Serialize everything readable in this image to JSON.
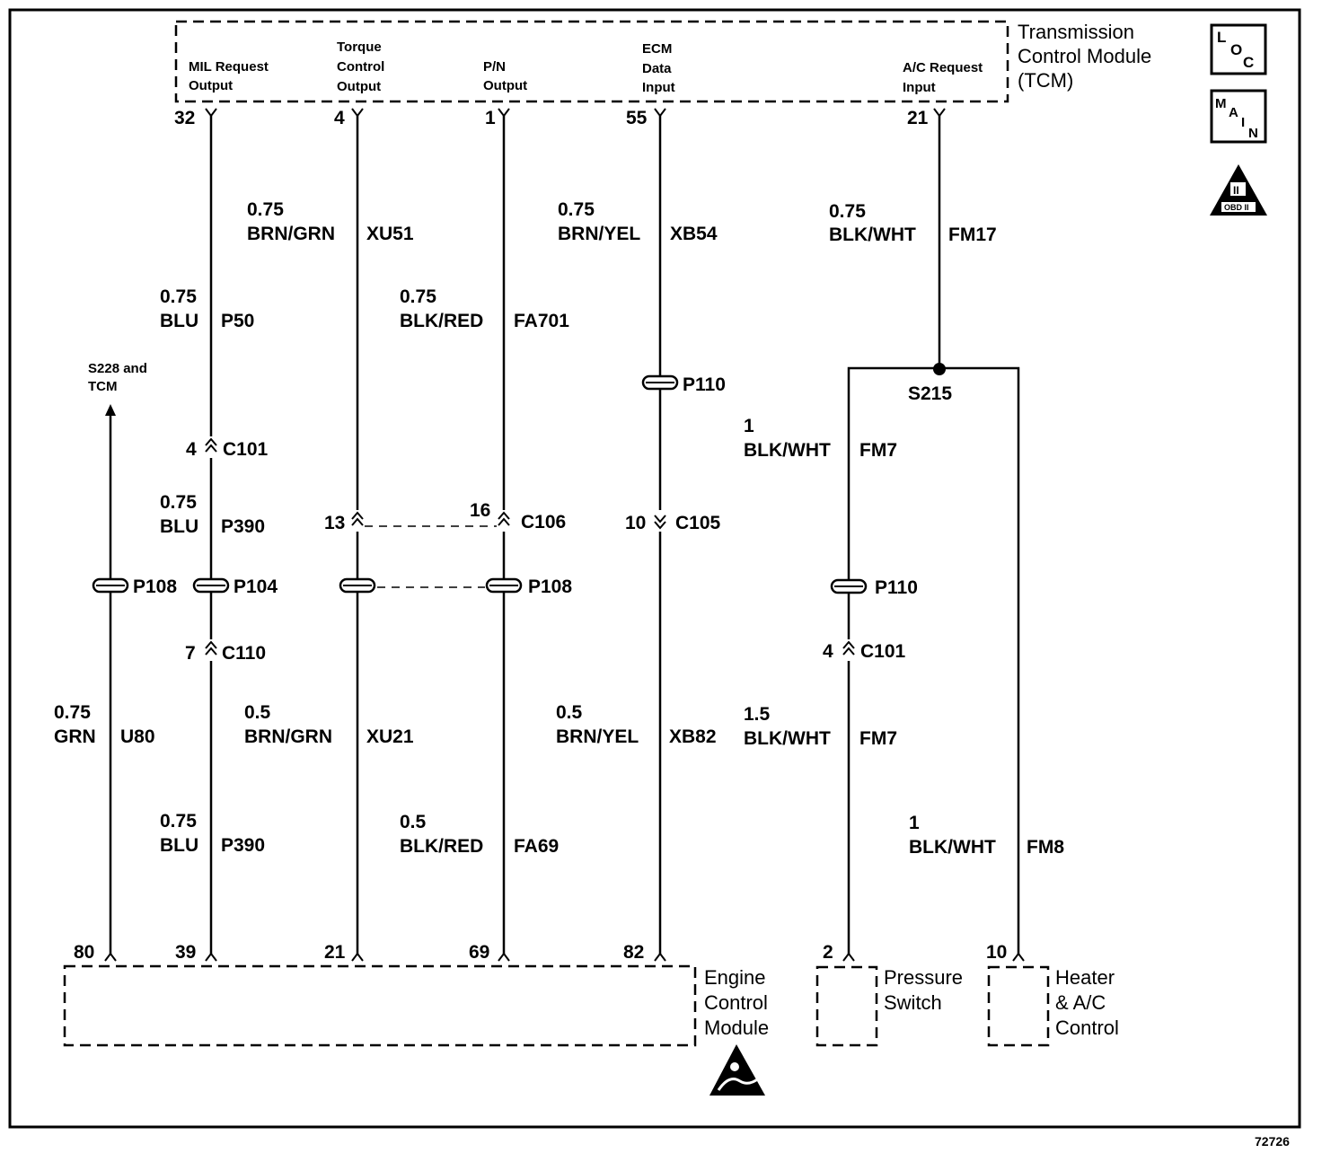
{
  "tcm": {
    "title_lines": [
      "Transmission",
      "Control Module",
      "(TCM)"
    ],
    "circuits": [
      {
        "lines": [
          "MIL Request",
          "Output"
        ],
        "pin": "32"
      },
      {
        "lines": [
          "Torque",
          "Control",
          "Output"
        ],
        "pin": "4"
      },
      {
        "lines": [
          "P/N",
          "Output"
        ],
        "pin": "1"
      },
      {
        "lines": [
          "ECM",
          "Data",
          "Input"
        ],
        "pin": "55"
      },
      {
        "lines": [
          "A/C Request",
          "Input"
        ],
        "pin": "21"
      }
    ]
  },
  "wire_labels": [
    {
      "size": "0.75",
      "color": "BRN/GRN",
      "circuit": "XU51"
    },
    {
      "size": "0.75",
      "color": "BRN/YEL",
      "circuit": "XB54"
    },
    {
      "size": "0.75",
      "color": "BLK/WHT",
      "circuit": "FM17"
    },
    {
      "size": "0.75",
      "color": "BLU",
      "circuit": "P50"
    },
    {
      "size": "0.75",
      "color": "BLK/RED",
      "circuit": "FA701"
    },
    {
      "size": "1",
      "color": "BLK/WHT",
      "circuit": "FM7"
    },
    {
      "size": "0.75",
      "color": "BLU",
      "circuit": "P390"
    },
    {
      "size": "0.75",
      "color": "GRN",
      "circuit": "U80"
    },
    {
      "size": "0.5",
      "color": "BRN/GRN",
      "circuit": "XU21"
    },
    {
      "size": "0.5",
      "color": "BRN/YEL",
      "circuit": "XB82"
    },
    {
      "size": "1.5",
      "color": "BLK/WHT",
      "circuit": "FM7"
    },
    {
      "size": "0.75",
      "color": "BLU",
      "circuit": "P390"
    },
    {
      "size": "0.5",
      "color": "BLK/RED",
      "circuit": "FA69"
    },
    {
      "size": "1",
      "color": "BLK/WHT",
      "circuit": "FM8"
    }
  ],
  "connectors": {
    "c101_top": {
      "pin": "4",
      "name": "C101"
    },
    "c106_left": {
      "pin": "13"
    },
    "c106_right": {
      "pin": "16",
      "name": "C106"
    },
    "c105": {
      "pin": "10",
      "name": "C105"
    },
    "c110": {
      "pin": "7",
      "name": "C110"
    },
    "c101_right": {
      "pin": "4",
      "name": "C101"
    }
  },
  "passthroughs": {
    "p108_left": "P108",
    "p104": "P104",
    "p108_mid": "P108",
    "p110_top": "P110",
    "p110_right": "P110"
  },
  "splice": {
    "name": "S215"
  },
  "offpage": {
    "lines": [
      "S228 and",
      "TCM"
    ]
  },
  "ecm": {
    "title_lines": [
      "Engine",
      "Control",
      "Module"
    ],
    "pins": [
      "80",
      "39",
      "21",
      "69",
      "82"
    ]
  },
  "pressure_switch": {
    "title_lines": [
      "Pressure",
      "Switch"
    ],
    "pin": "2"
  },
  "heater_control": {
    "title_lines": [
      "Heater",
      "& A/C",
      "Control"
    ],
    "pin": "10"
  },
  "legend": {
    "loc_letters": [
      "L",
      "O",
      "C"
    ],
    "main_letters": [
      "M",
      "A",
      "I",
      "N"
    ],
    "obd_label": "OBD II",
    "obd_numeral": "II"
  },
  "figure_number": "72726"
}
